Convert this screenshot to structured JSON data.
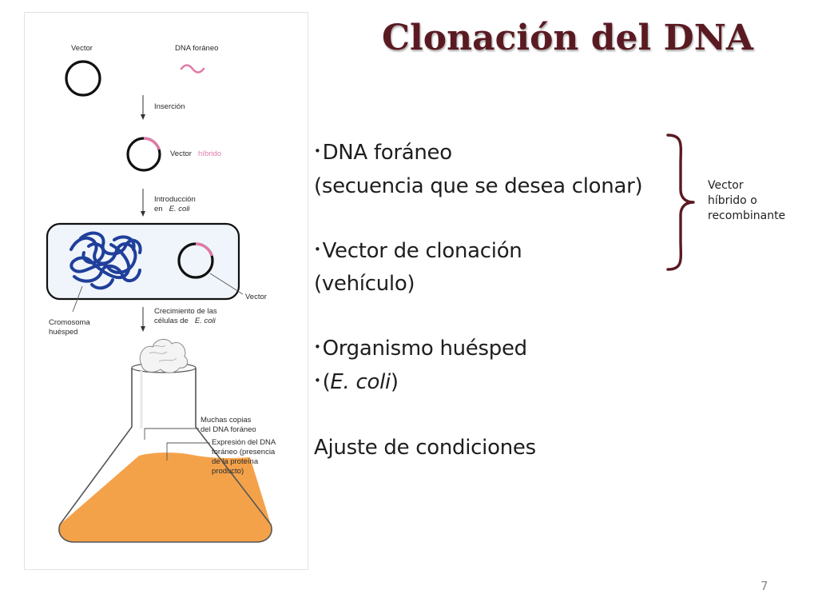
{
  "slide": {
    "title": "Clonación del DNA",
    "page_number": "7"
  },
  "bullets": {
    "dna_foraneo": "DNA foráneo",
    "dna_foraneo_detail": "(secuencia que se desea clonar)",
    "vector_clonacion": "Vector de clonación",
    "vector_clonacion_detail": "(vehículo)",
    "organismo": "Organismo huésped",
    "organismo_paren_open": "(",
    "organismo_species": "E. coli",
    "organismo_paren_close": ")",
    "ajuste": "Ajuste de condiciones",
    "bullet_symbol": "•"
  },
  "brace_note": {
    "line1": "Vector",
    "line2": "híbrido o",
    "line3": "recombinante"
  },
  "figure": {
    "vector_label": "Vector",
    "dna_foraneo_label": "DNA foráneo",
    "insercion_label": "Inserción",
    "vector_hibrido_prefix": "Vector",
    "vector_hibrido_suffix": "híbrido",
    "introduccion_line1": "Introducción",
    "introduccion_line2_prefix": "en",
    "introduccion_line2_species": "E. coli",
    "vector_cell_label": "Vector",
    "cromosoma_line1": "Cromosoma",
    "cromosoma_line2": "huésped",
    "crecimiento_line1": "Crecimiento de las",
    "crecimiento_line2_prefix": "células de",
    "crecimiento_line2_species": "E. coli",
    "muchas_copias_line1": "Muchas copias",
    "muchas_copias_line2": "del DNA foráneo",
    "expresion_line1": "Expresión del DNA",
    "expresion_line2": "foráneo (presencia",
    "expresion_line3": "de la proteína",
    "expresion_line4": "producto)"
  },
  "colors": {
    "title": "#5a1a22",
    "pink_insert": "#e07aa8",
    "chromosome_blue": "#1f3f9a",
    "broth_orange": "#f4a24a",
    "cell_fill": "#f0f5fb"
  },
  "icons": {
    "vector_plasmid": "circle-icon",
    "foreign_dna": "wave-icon",
    "hybrid_vector": "circle-with-insert-icon",
    "chromosome": "tangled-dna-icon",
    "flask": "erlenmeyer-flask-icon",
    "brace": "right-curly-brace-icon"
  }
}
